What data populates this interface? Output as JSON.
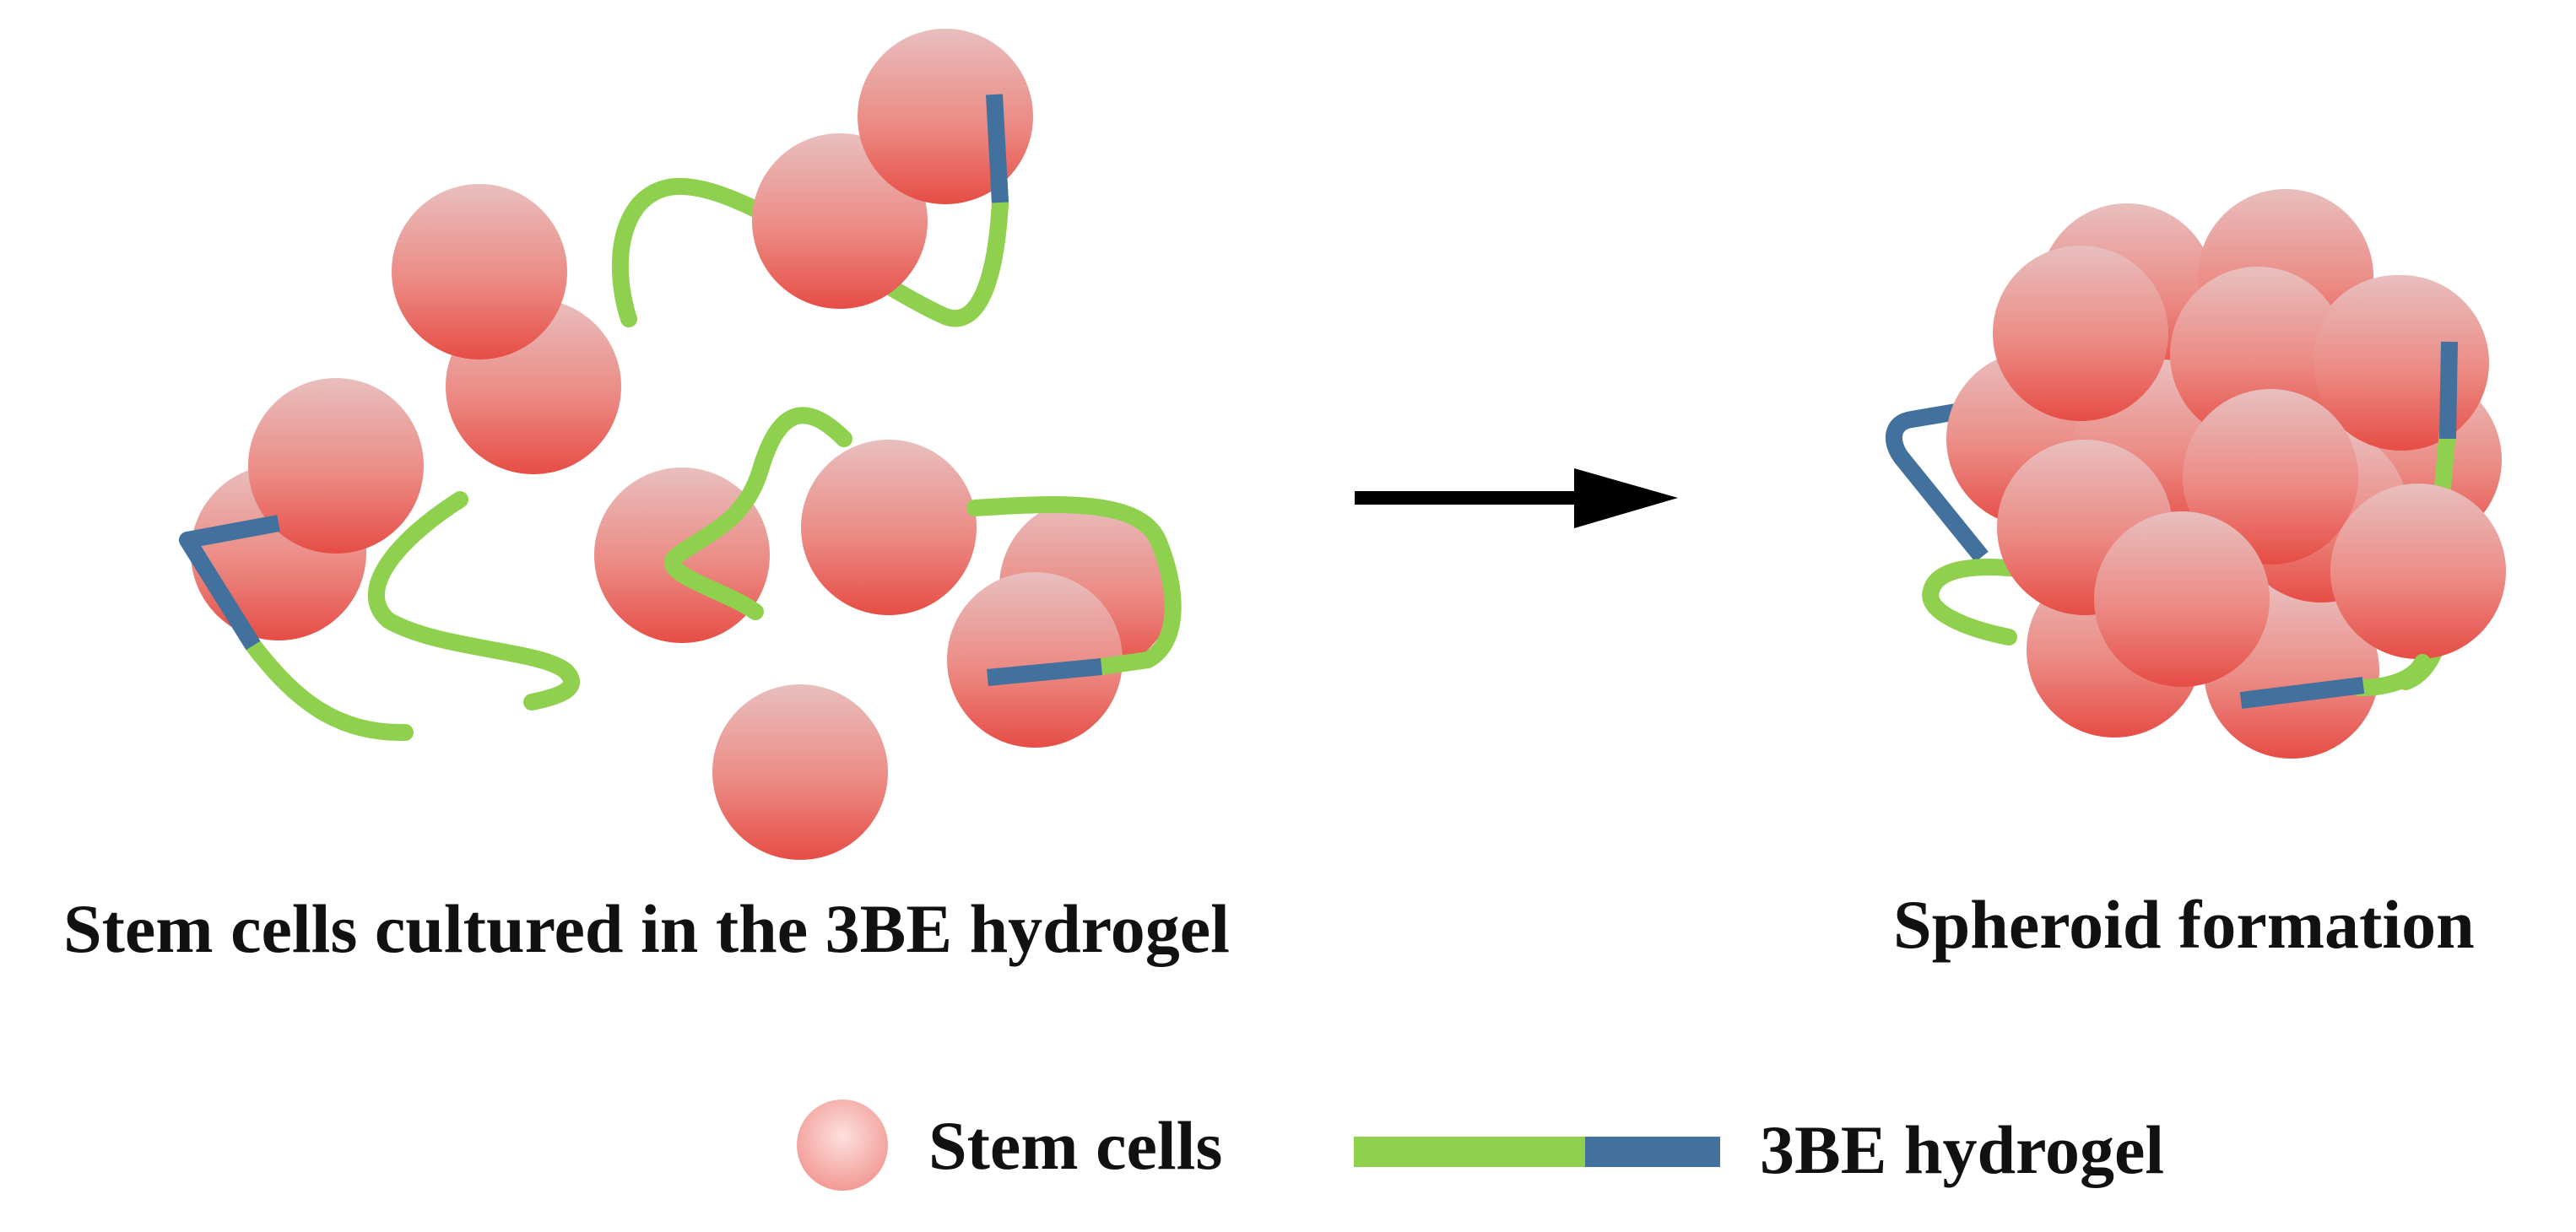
{
  "labels": {
    "left_caption": "Stem cells cultured in the 3BE hydrogel",
    "right_caption": "Spheroid formation"
  },
  "legend": {
    "cell_label": "Stem cells",
    "hydrogel_label": "3BE hydrogel"
  },
  "colors": {
    "cell_top": "#e8bcbc",
    "cell_bottom": "#e8524a",
    "hydrogel_green": "#8fd14f",
    "hydrogel_blue": "#41719c",
    "arrow": "#000000",
    "text": "#111111"
  }
}
